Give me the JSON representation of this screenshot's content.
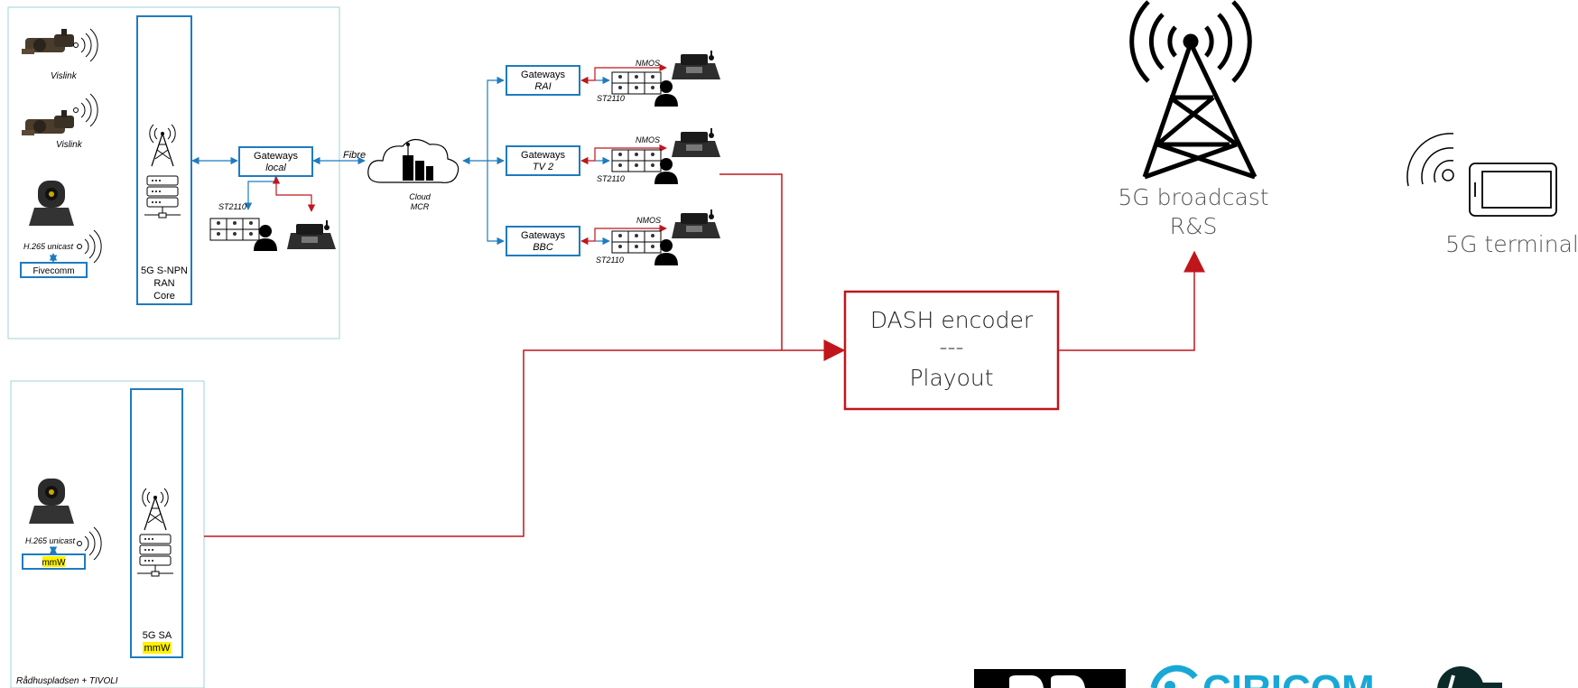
{
  "site_top": {
    "camera_1_label": "Vislink",
    "camera_2_label": "Vislink",
    "camera_3_label": "H.265 unicast",
    "modem_label": "Fivecomm",
    "network_label_line1": "5G S-NPN",
    "network_label_line2": "RAN",
    "network_label_line3": "Core",
    "gateway_title": "Gateways",
    "gateway_sub": "local",
    "st2110_label": "ST2110",
    "link_label": "Fibre"
  },
  "cloud": {
    "line1": "Cloud",
    "line2": "MCR"
  },
  "gateways": [
    {
      "title": "Gateways",
      "sub": "RAI",
      "nmos": "NMOS",
      "st2110": "ST2110"
    },
    {
      "title": "Gateways",
      "sub": "TV 2",
      "nmos": "NMOS",
      "st2110": "ST2110"
    },
    {
      "title": "Gateways",
      "sub": "BBC",
      "nmos": "NMOS",
      "st2110": "ST2110"
    }
  ],
  "site_bottom": {
    "camera_label": "H.265 unicast",
    "modem_label": "mmW",
    "network_label_line1": "5G SA",
    "network_label_line2": "mmW",
    "location_label": "Rådhuspladsen + TIVOLI"
  },
  "encoder": {
    "line1": "DASH encoder",
    "line2": "---",
    "line3": "Playout"
  },
  "broadcast": {
    "line1": "5G broadcast",
    "line2": "R&S"
  },
  "terminal": {
    "label": "5G terminal"
  },
  "colors": {
    "blue": "#1f7bbf",
    "red": "#c0161b",
    "frame": "#9fd3d6",
    "highlight": "#fff200"
  },
  "logos": [
    "DR",
    "CIRICOM"
  ]
}
